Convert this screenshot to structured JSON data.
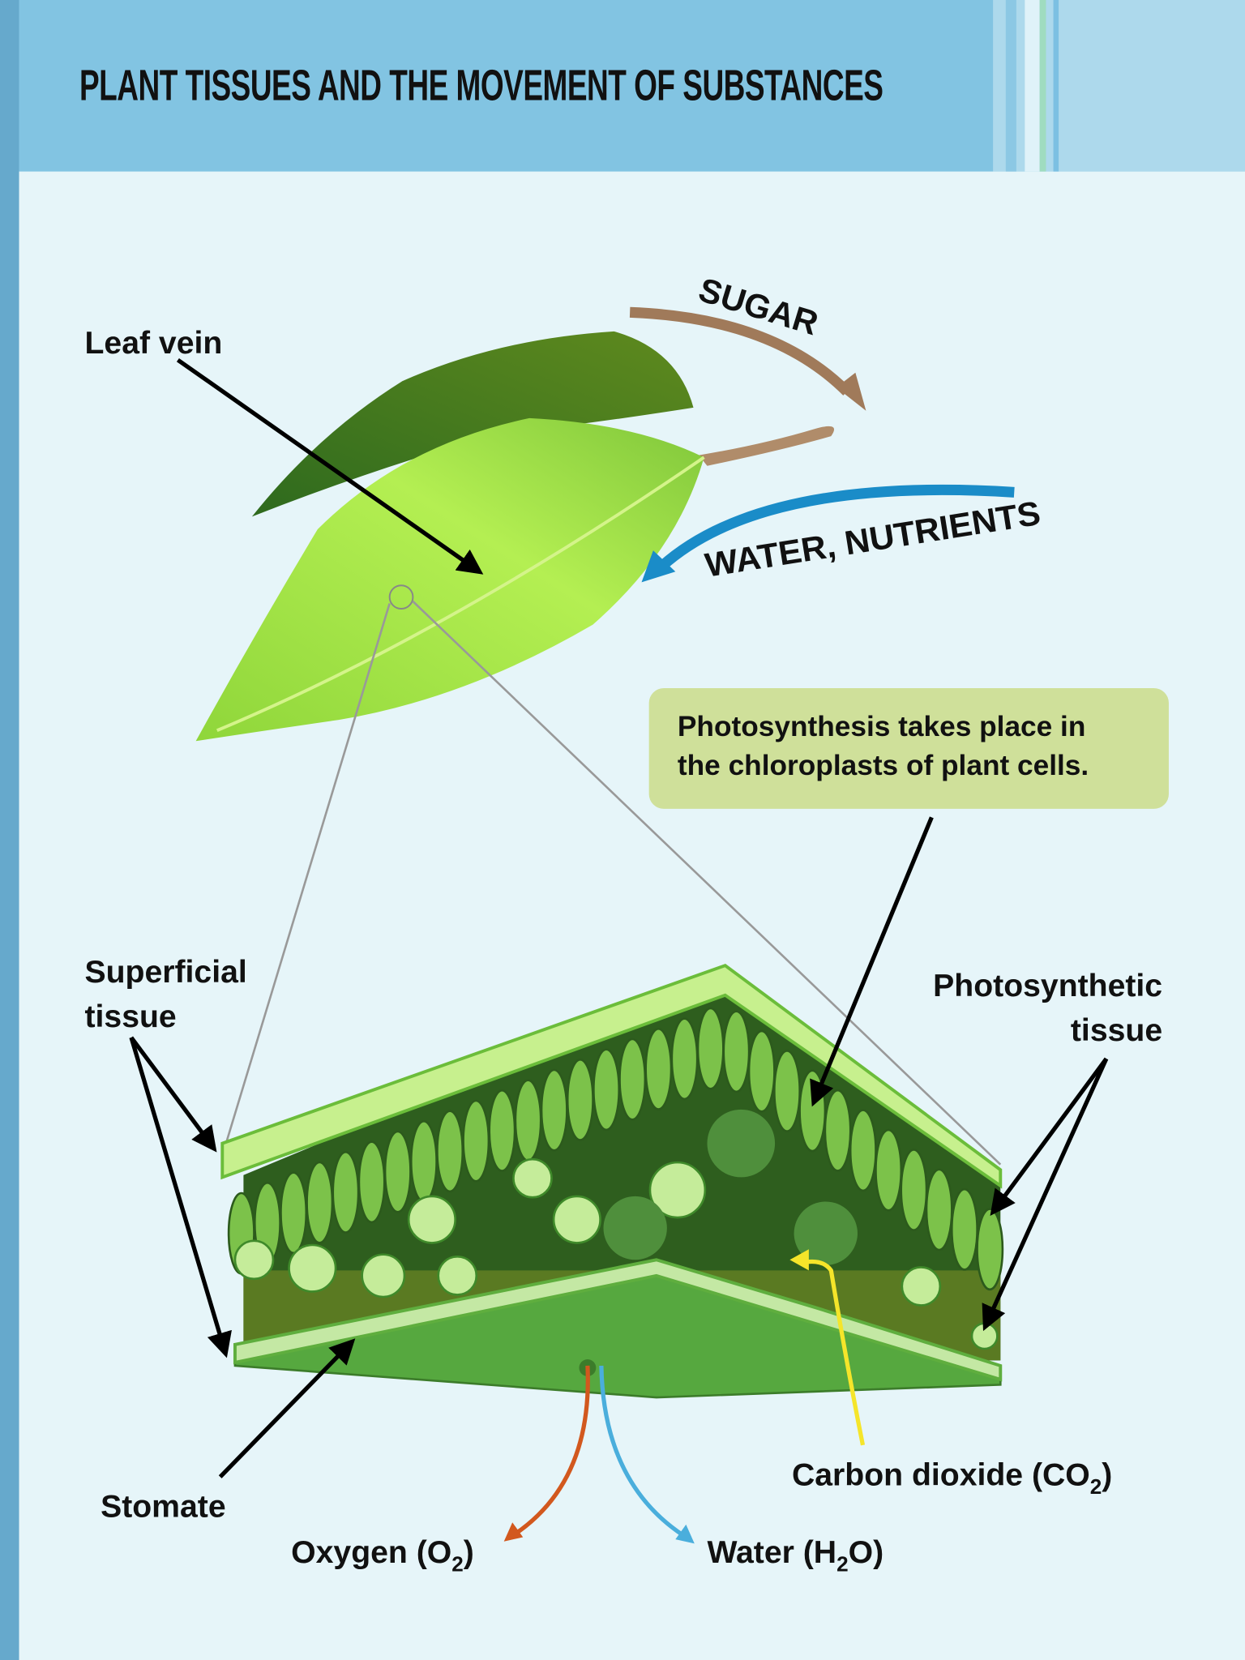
{
  "header": {
    "title": "PLANT TISSUES AND THE MOVEMENT OF SUBSTANCES"
  },
  "flows": {
    "sugar": "SUGAR",
    "water_nutrients": "WATER, NUTRIENTS"
  },
  "labels": {
    "leaf_vein": "Leaf vein",
    "superficial_line1": "Superficial",
    "superficial_line2": "tissue",
    "photosynthetic_line1": "Photosynthetic",
    "photosynthetic_line2": "tissue",
    "stomate": "Stomate",
    "oxygen": "Oxygen (O",
    "oxygen_sub": "2",
    "oxygen_end": ")",
    "water": "Water (H",
    "water_sub": "2",
    "water_end": "O)",
    "co2": "Carbon dioxide (CO",
    "co2_sub": "2",
    "co2_end": ")"
  },
  "callout": {
    "line1": "Photosynthesis takes place in",
    "line2": "the chloroplasts of plant cells."
  },
  "colors": {
    "header": "#82c4e2",
    "background": "#e6f5f9",
    "sugar_arrow": "#a07a5a",
    "water_arrow": "#1a8cc8",
    "oxygen_arrow": "#d2581e",
    "water_out_arrow": "#4aaedc",
    "co2_arrow": "#f5e52a",
    "callout": "#cfe09a"
  }
}
